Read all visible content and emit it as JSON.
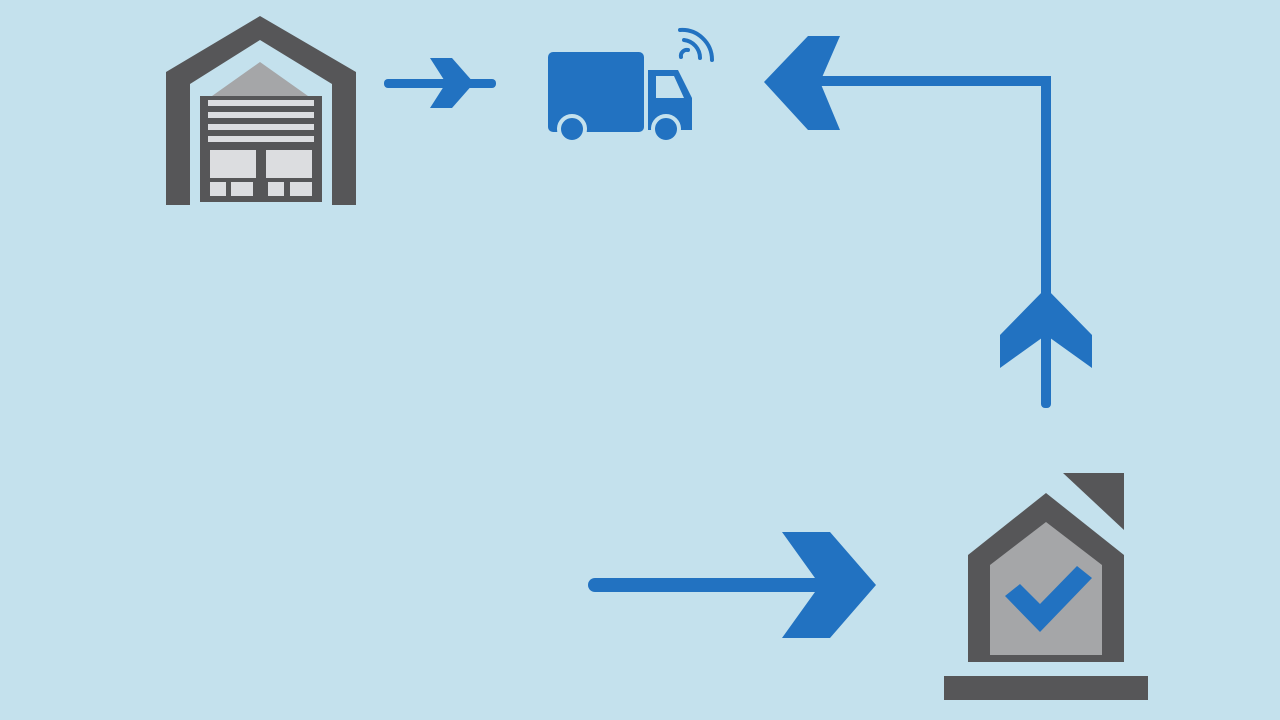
{
  "diagram": {
    "type": "delivery-flow",
    "nodes": [
      {
        "id": "warehouse",
        "icon": "warehouse-icon"
      },
      {
        "id": "delivery-truck",
        "icon": "delivery-truck-icon"
      },
      {
        "id": "home-delivered",
        "icon": "home-check-icon"
      }
    ],
    "edges": [
      {
        "from": "warehouse",
        "to": "delivery-truck"
      },
      {
        "from": "home-delivered",
        "to": "delivery-truck"
      }
    ],
    "colors": {
      "background": "#c4e1ed",
      "accent": "#2272c1",
      "icon_dark": "#565658",
      "icon_light": "#a5a6a8"
    }
  }
}
